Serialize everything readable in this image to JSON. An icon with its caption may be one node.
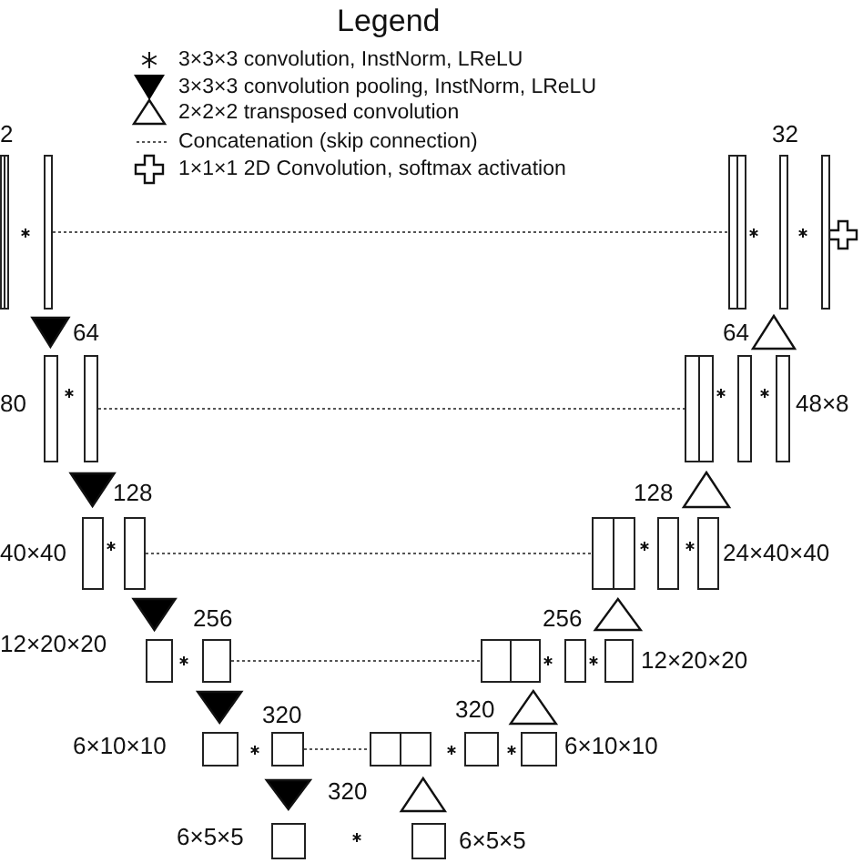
{
  "diagram": {
    "nodes": [
      {
        "text": [],
        "shape": "box"
      },
      {
        "text": [],
        "shape": "box"
      },
      {
        "text": [],
        "shape": "box"
      },
      {
        "text": [],
        "shape": "box"
      },
      {
        "text": [],
        "shape": "box"
      },
      {
        "text": [],
        "shape": "box"
      },
      {
        "text": [],
        "shape": "box"
      },
      {
        "text": [],
        "shape": "box"
      },
      {
        "text": [],
        "shape": "box"
      },
      {
        "text": [],
        "shape": "box"
      },
      {
        "text": [],
        "shape": "box"
      },
      {
        "text": [],
        "shape": "box"
      },
      {
        "text": [],
        "shape": "box"
      },
      {
        "text": [],
        "shape": "box"
      },
      {
        "text": [],
        "shape": "box"
      },
      {
        "text": [],
        "shape": "box"
      },
      {
        "text": [],
        "shape": "box"
      },
      {
        "text": [],
        "shape": "box"
      },
      {
        "text": [],
        "shape": "box"
      },
      {
        "text": [],
        "shape": "box"
      },
      {
        "text": [],
        "shape": "box"
      },
      {
        "text": [],
        "shape": "box"
      },
      {
        "text": [],
        "shape": "box"
      },
      {
        "text": [],
        "shape": "box"
      },
      {
        "text": [],
        "shape": "box"
      },
      {
        "text": [],
        "shape": "box"
      },
      {
        "text": [],
        "shape": "box"
      }
    ],
    "edges": [
      {
        "from": 1,
        "to": 2,
        "arrow": "none",
        "style": "dashed"
      },
      {
        "from": 6,
        "to": 7,
        "arrow": "none",
        "style": "dashed"
      },
      {
        "from": 11,
        "to": 12,
        "arrow": "none",
        "style": "dashed"
      },
      {
        "from": 16,
        "to": 17,
        "arrow": "none",
        "style": "dashed"
      },
      {
        "from": 21,
        "to": 22,
        "arrow": "none",
        "style": "dashed"
      },
      {
        "from": 1,
        "to": 5,
        "arrow": "to"
      },
      {
        "from": 6,
        "to": 10,
        "arrow": "to"
      },
      {
        "from": 11,
        "to": 15,
        "arrow": "to"
      },
      {
        "from": 16,
        "to": 20,
        "arrow": "to"
      },
      {
        "from": 21,
        "to": 25,
        "arrow": "to"
      },
      {
        "from": 26,
        "to": 22,
        "arrow": "to"
      },
      {
        "from": 24,
        "to": 17,
        "arrow": "to"
      },
      {
        "from": 19,
        "to": 12,
        "arrow": "to"
      },
      {
        "from": 14,
        "to": 7,
        "arrow": "to"
      },
      {
        "from": 9,
        "to": 2,
        "arrow": "to"
      }
    ],
    "labels": [
      "Legend",
      "2",
      "32",
      "64",
      "64",
      "80",
      "48×8",
      "128",
      "128",
      "40×40",
      "24×40×40",
      "256",
      "256",
      "12×20×20",
      "12×20×20",
      "320",
      "320",
      "6×10×10",
      "6×10×10",
      "320",
      "6×5×5",
      "6×5×5"
    ],
    "legend": [
      {
        "text": "3×3×3 convolution, InstNorm, LReLU"
      },
      {
        "text": "3×3×3 convolution pooling, InstNorm, LReLU"
      },
      {
        "text": "2×2×2 transposed convolution"
      },
      {
        "text": "Concatenation (skip connection)"
      },
      {
        "text": "1×1×1 2D Convolution, softmax activation"
      }
    ]
  }
}
